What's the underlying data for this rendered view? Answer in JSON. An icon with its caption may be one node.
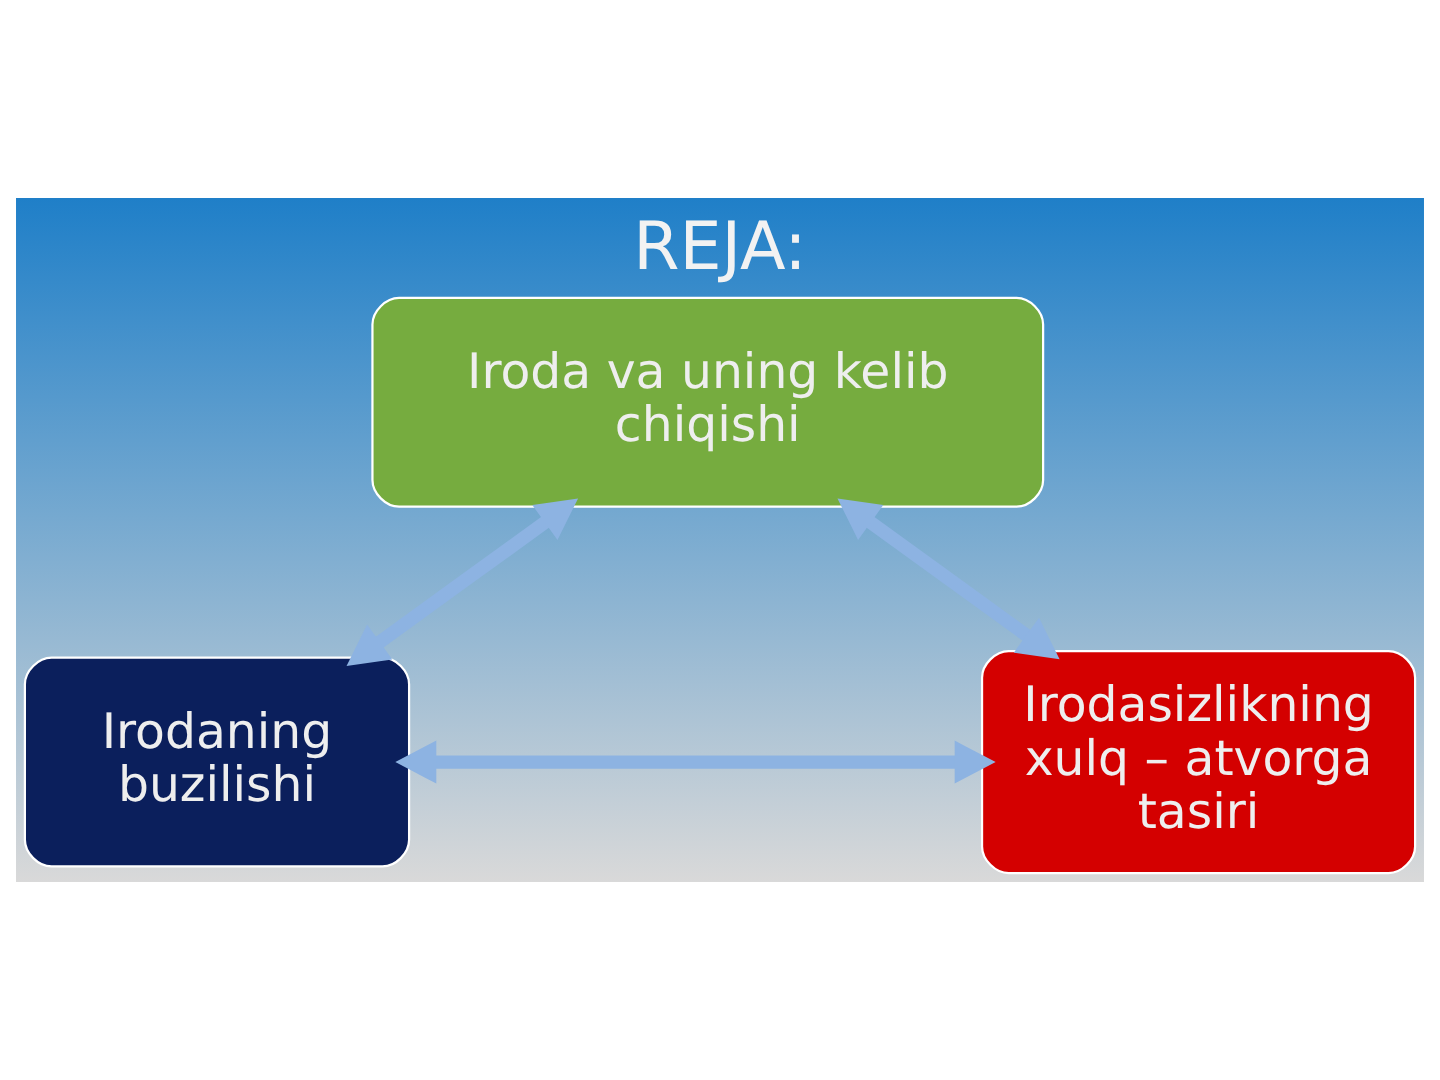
{
  "diagram": {
    "title": "REJA:",
    "nodes": [
      {
        "text": [
          "Iroda va uning kelib chiqishi"
        ]
      },
      {
        "text": [
          "Irodaning buzilishi"
        ]
      },
      {
        "text": [
          "Irodasizlikning xulq – atvorga tasiri"
        ]
      }
    ],
    "edges": [
      {
        "from": 0,
        "to": 1,
        "arrow": "both"
      },
      {
        "from": 0,
        "to": 2,
        "arrow": "both"
      },
      {
        "from": 1,
        "to": 2,
        "arrow": "both"
      }
    ]
  }
}
